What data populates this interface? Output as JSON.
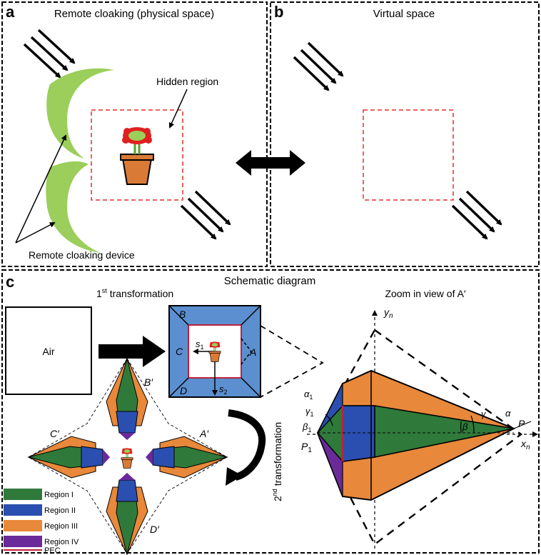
{
  "panels": {
    "a": {
      "letter": "a",
      "title": "Remote cloaking (physical space)",
      "hidden_label": "Hidden region",
      "device_label": "Remote cloaking device"
    },
    "b": {
      "letter": "b",
      "title": "Virtual space"
    },
    "c": {
      "letter": "c",
      "title": "Schematic diagram",
      "first_transform": "1",
      "first_transform_sup": "st",
      "first_transform_rest": " transformation",
      "second_transform": "2",
      "second_transform_sup": "nd",
      "second_transform_rest": " transformation",
      "zoom_title": "Zoom in view of A′",
      "air_label": "Air",
      "square_labels": {
        "A": "A",
        "B": "B",
        "C": "C",
        "D": "D",
        "s1": "s",
        "s1_sub": "1",
        "s2": "s",
        "s2_sub": "2"
      },
      "star_labels": {
        "A": "A′",
        "B": "B′",
        "C": "C′",
        "D": "D′"
      },
      "zoom_labels": {
        "yn": "y",
        "yn_sub": "n",
        "xn": "x",
        "xn_sub": "n",
        "P": "P",
        "P1": "P",
        "P1_sub": "1",
        "alpha1": "α",
        "alpha1_sub": "1",
        "gamma1": "γ",
        "gamma1_sub": "1",
        "beta1": "β",
        "beta1_sub": "1",
        "gamma": "γ",
        "beta": "β",
        "alpha": "α"
      }
    }
  },
  "legend": [
    {
      "label": "Region I",
      "color": "#2f7a3a"
    },
    {
      "label": "Region II",
      "color": "#2a4fb0"
    },
    {
      "label": "Region III",
      "color": "#e8883a"
    },
    {
      "label": "Region IV",
      "color": "#6a2a9a"
    },
    {
      "label": "PEC",
      "color": "#c0203a"
    }
  ],
  "colors": {
    "device": "#9bce5a",
    "hidden_border": "#e0302a",
    "square_fill": "#5b8fd0",
    "pot": "#d97a36",
    "flower": "#e02020",
    "leaf": "#5aa02a"
  }
}
